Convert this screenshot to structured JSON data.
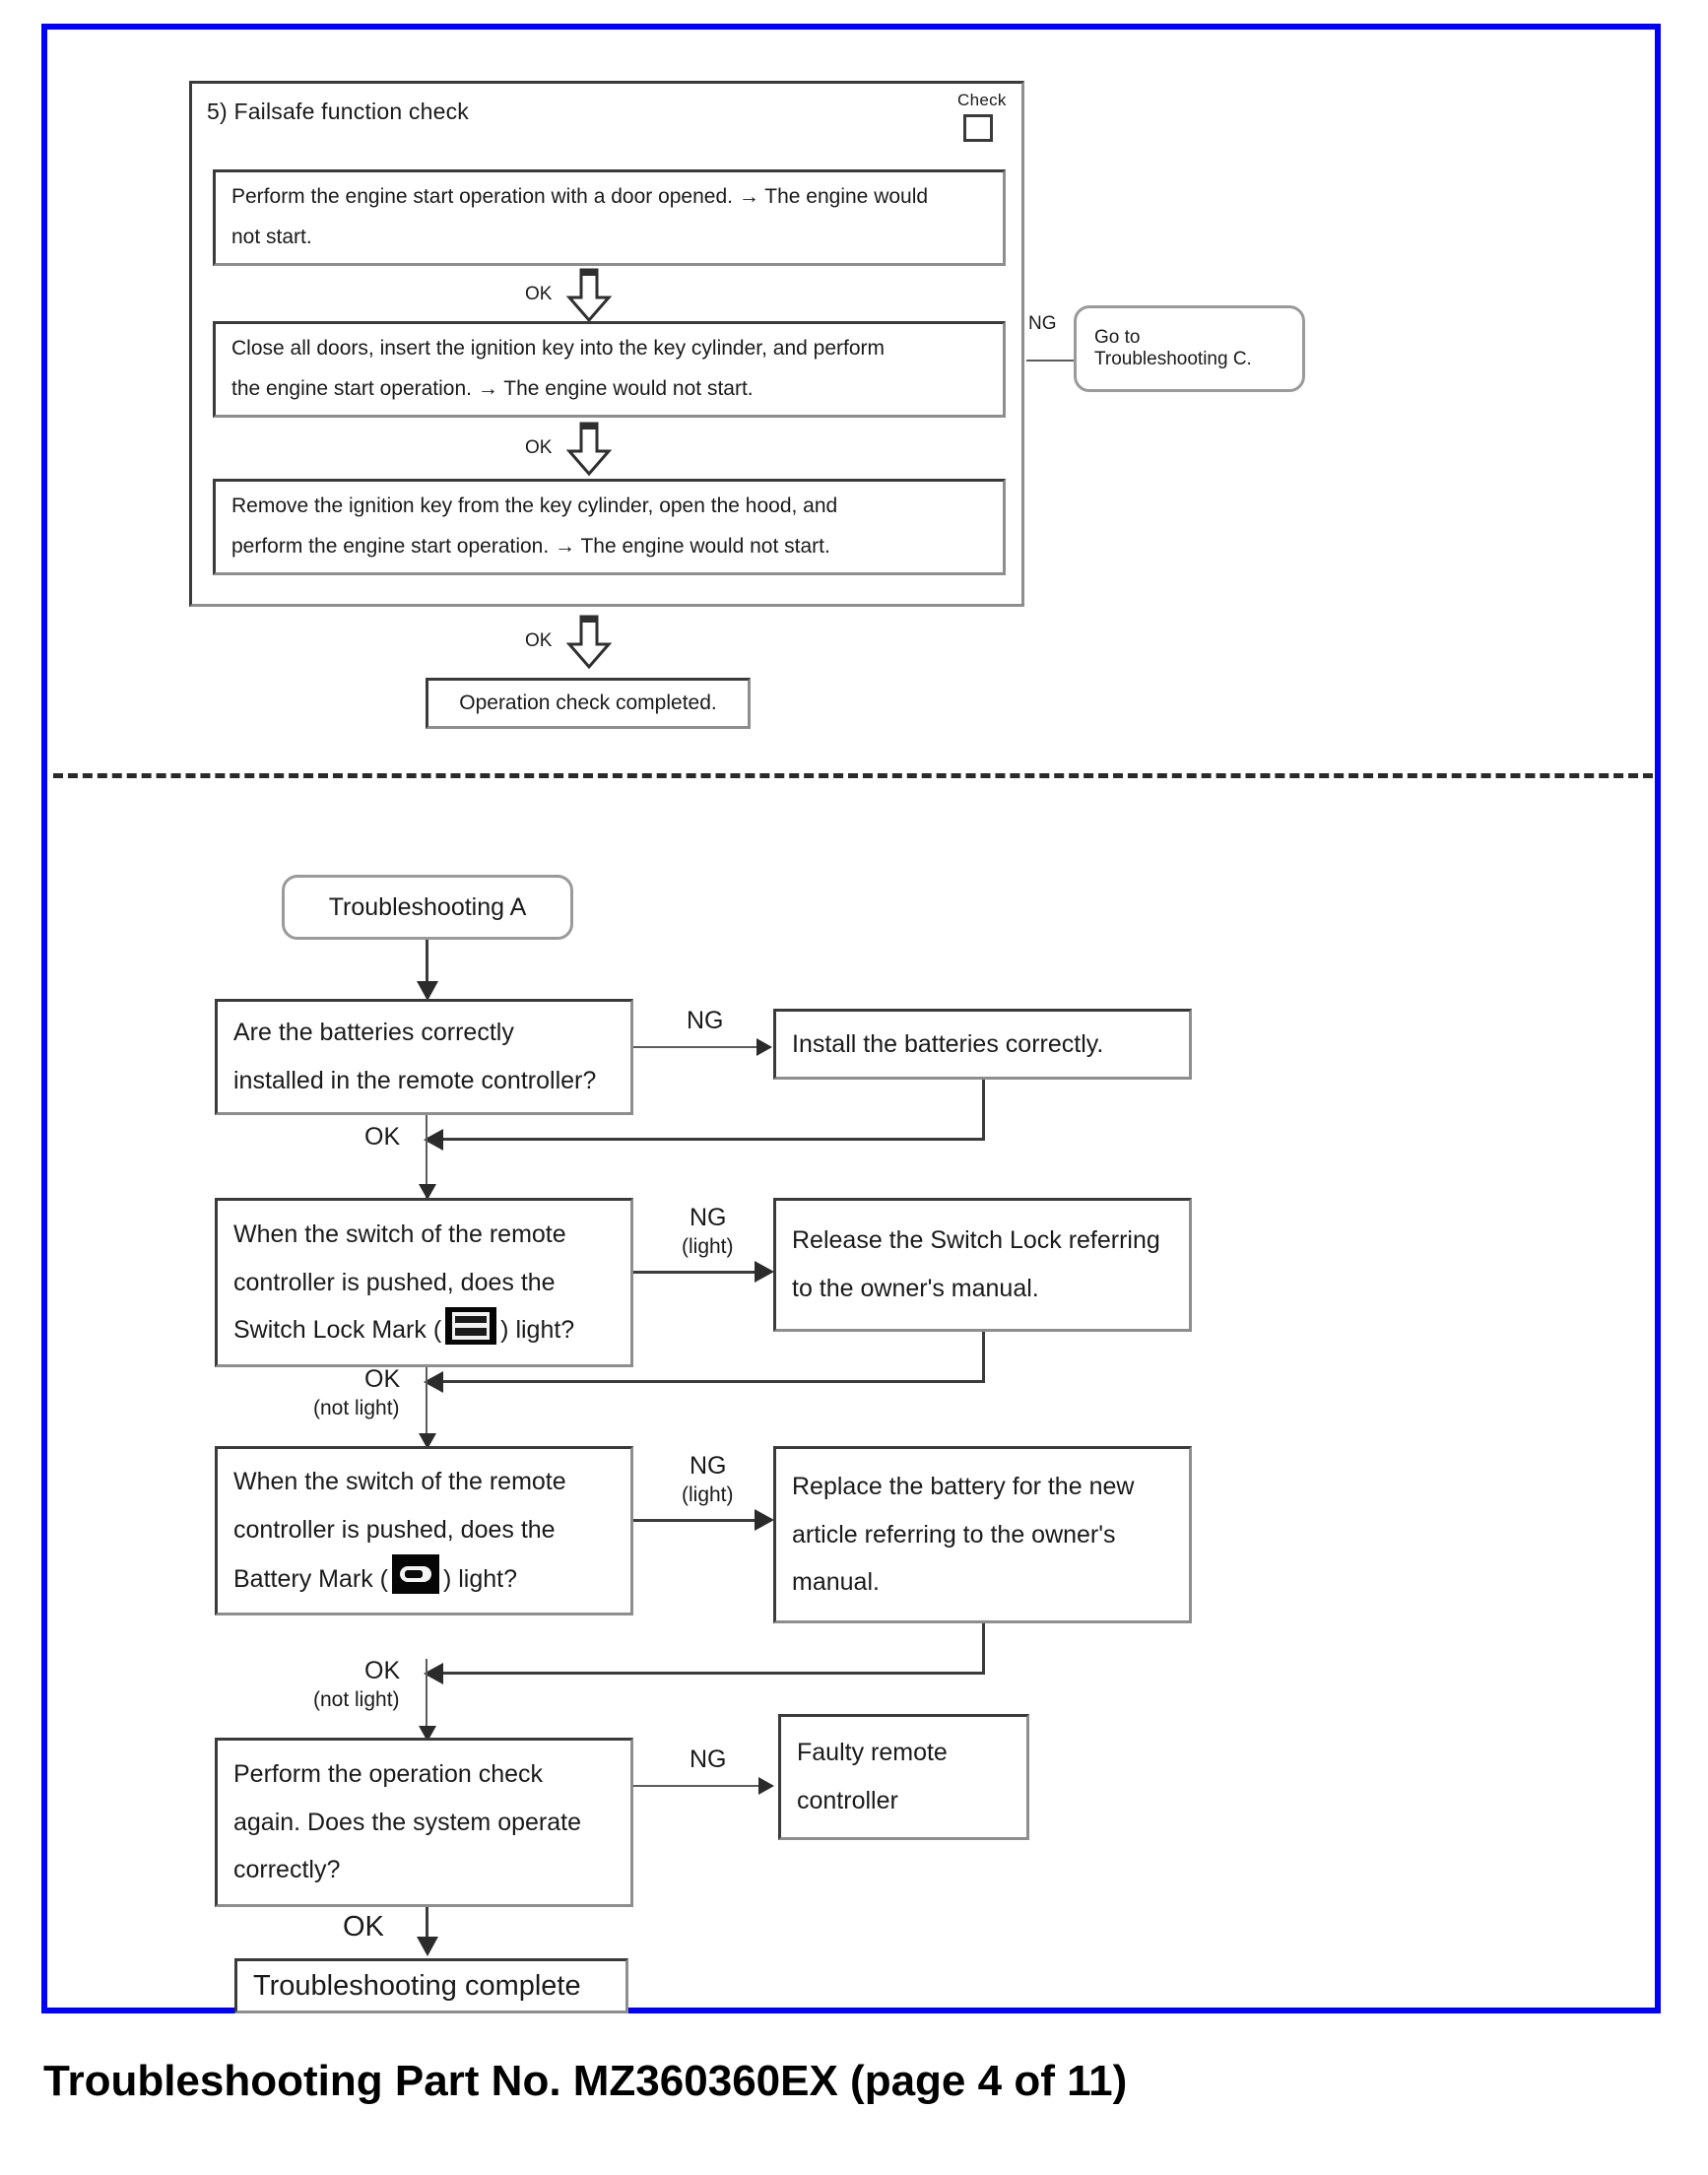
{
  "document": {
    "caption": "Troubleshooting Part No. MZ360360EX (page 4 of 11)",
    "frame_color": "#0000ff"
  },
  "section_failsafe": {
    "title": "5) Failsafe function check",
    "check_label": "Check",
    "steps": [
      {
        "line1": "Perform the engine start operation with a door opened. → The engine would",
        "line2": "not start."
      },
      {
        "line1": "Close all doors, insert the ignition key into the key cylinder, and perform",
        "line2": "the engine start operation. → The engine would not start."
      },
      {
        "line1": "Remove the ignition key from the key cylinder, open the hood, and",
        "line2": "perform the engine start operation. → The engine would not start."
      }
    ],
    "edge_ok_1": "OK",
    "edge_ok_2": "OK",
    "edge_ok_3": "OK",
    "edge_ng": "NG",
    "goto_box": {
      "line1": "Go to",
      "line2": "Troubleshooting C."
    },
    "result_box": "Operation check completed."
  },
  "section_troubleshooting_a": {
    "start_box": "Troubleshooting A",
    "step1": {
      "line1": "Are the batteries correctly",
      "line2": "installed in the remote controller?",
      "ng_label": "NG",
      "ok_label": "OK",
      "ng_target": "Install the batteries correctly."
    },
    "step2": {
      "line1": "When the switch of the remote",
      "line2": "controller is pushed, does the",
      "line3_pre": "Switch Lock Mark (",
      "line3_post": ") light?",
      "ng_label": "NG",
      "ng_sub": "(light)",
      "ok_label": "OK",
      "ok_sub": "(not light)",
      "ng_target_line1": "Release the Switch Lock referring",
      "ng_target_line2": "to the owner's manual."
    },
    "step3": {
      "line1": "When the switch of the remote",
      "line2": "controller is pushed, does the",
      "line3_pre": "Battery Mark (",
      "line3_post": ") light?",
      "ng_label": "NG",
      "ng_sub": "(light)",
      "ok_label": "OK",
      "ok_sub": "(not light)",
      "ng_target_line1": "Replace the battery for the new",
      "ng_target_line2": "article referring to the owner's",
      "ng_target_line3": "manual."
    },
    "step4": {
      "line1": "Perform the operation check",
      "line2": "again. Does the system operate",
      "line3": "correctly?",
      "ng_label": "NG",
      "ok_label": "OK",
      "ng_target_line1": "Faulty remote",
      "ng_target_line2": "controller"
    },
    "end_box": "Troubleshooting complete"
  }
}
